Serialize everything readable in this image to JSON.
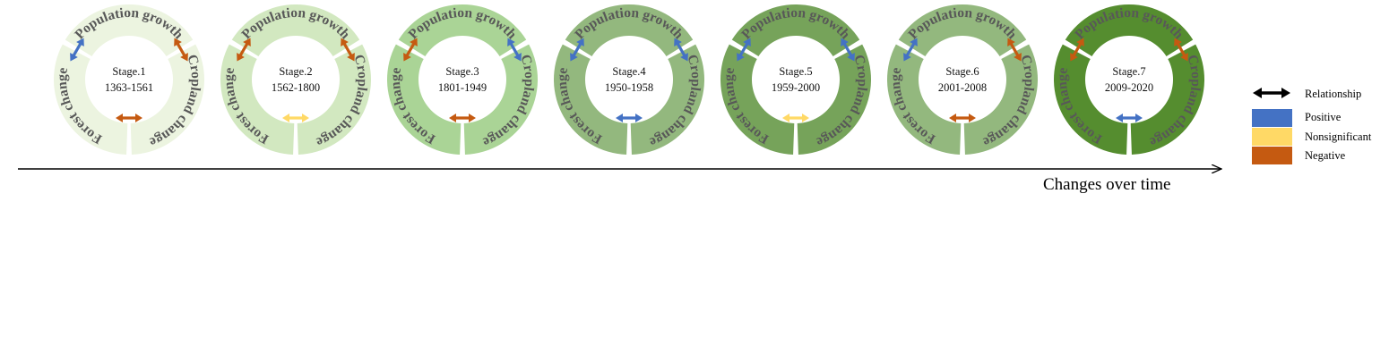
{
  "segments": {
    "top": "Population growth",
    "right": "Cropland change",
    "left": "Forest change"
  },
  "stages": [
    {
      "label": "Stage.1",
      "years": "1363-1561",
      "ring_color": "#ecf4e0",
      "left_pair": "positive",
      "right_pair": "negative",
      "bottom_pair": "negative"
    },
    {
      "label": "Stage.2",
      "years": "1562-1800",
      "ring_color": "#d2e8c0",
      "left_pair": "negative",
      "right_pair": "negative",
      "bottom_pair": "nonsignificant"
    },
    {
      "label": "Stage.3",
      "years": "1801-1949",
      "ring_color": "#aad496",
      "left_pair": "negative",
      "right_pair": "positive",
      "bottom_pair": "negative"
    },
    {
      "label": "Stage.4",
      "years": "1950-1958",
      "ring_color": "#93b87e",
      "left_pair": "positive",
      "right_pair": "positive",
      "bottom_pair": "positive"
    },
    {
      "label": "Stage.5",
      "years": "1959-2000",
      "ring_color": "#76a35a",
      "left_pair": "positive",
      "right_pair": "positive",
      "bottom_pair": "nonsignificant"
    },
    {
      "label": "Stage.6",
      "years": "2001-2008",
      "ring_color": "#93b87e",
      "left_pair": "positive",
      "right_pair": "negative",
      "bottom_pair": "negative"
    },
    {
      "label": "Stage.7",
      "years": "2009-2020",
      "ring_color": "#558d2f",
      "left_pair": "negative",
      "right_pair": "negative",
      "bottom_pair": "positive"
    }
  ],
  "axis": {
    "label": "Changes over time"
  },
  "legend": {
    "relationship": "Relationship",
    "items": [
      {
        "key": "positive",
        "label": "Positive",
        "color": "#4472c4"
      },
      {
        "key": "nonsignificant",
        "label": "Nonsignificant",
        "color": "#ffd966"
      },
      {
        "key": "negative",
        "label": "Negative",
        "color": "#c55a11"
      }
    ]
  },
  "colors": {
    "positive": "#4472c4",
    "nonsignificant": "#ffd966",
    "negative": "#c55a11",
    "axis": "#000000"
  }
}
